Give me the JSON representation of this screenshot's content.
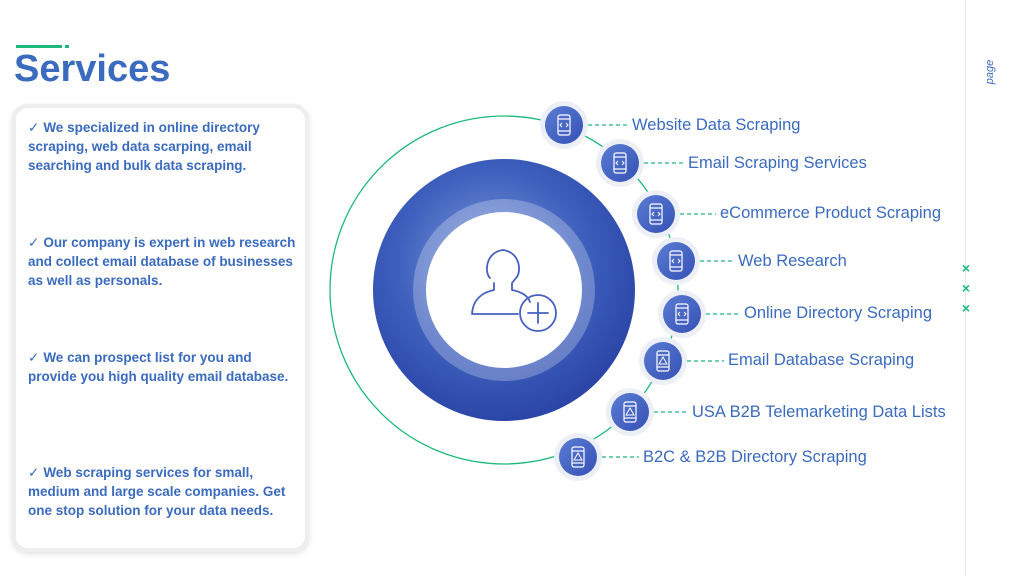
{
  "title": "Services",
  "page_label": "page",
  "decor_marks": [
    "×",
    "×",
    "×"
  ],
  "bullets": [
    {
      "check": "✓",
      "text": "We specialized in online directory scraping, web data scarping, email searching and bulk data scraping."
    },
    {
      "check": "✓",
      "text": "Our company is expert in web research and collect email database of businesses as well as personals."
    },
    {
      "check": "✓",
      "text": "We can prospect list for you and provide you high quality email database."
    },
    {
      "check": "✓",
      "text": "Web scraping services for small, medium and large scale companies. Get one stop solution for your data needs."
    }
  ],
  "services": [
    {
      "label": "Website Data Scraping",
      "icon": "code-phone-icon"
    },
    {
      "label": "Email Scraping Services",
      "icon": "code-phone-icon"
    },
    {
      "label": "eCommerce Product Scraping",
      "icon": "code-phone-icon"
    },
    {
      "label": "Web Research",
      "icon": "code-phone-icon"
    },
    {
      "label": "Online Directory Scraping",
      "icon": "code-phone-icon"
    },
    {
      "label": "Email Database Scraping",
      "icon": "alert-phone-icon"
    },
    {
      "label": "USA B2B Telemarketing Data Lists",
      "icon": "alert-phone-icon"
    },
    {
      "label": "B2C & B2B Directory Scraping",
      "icon": "alert-phone-icon"
    }
  ],
  "colors": {
    "accent_green": "#1db97a",
    "brand_blue": "#3a6bbf",
    "node_blue": "#4560c0"
  },
  "center_icon": "add-user-icon"
}
